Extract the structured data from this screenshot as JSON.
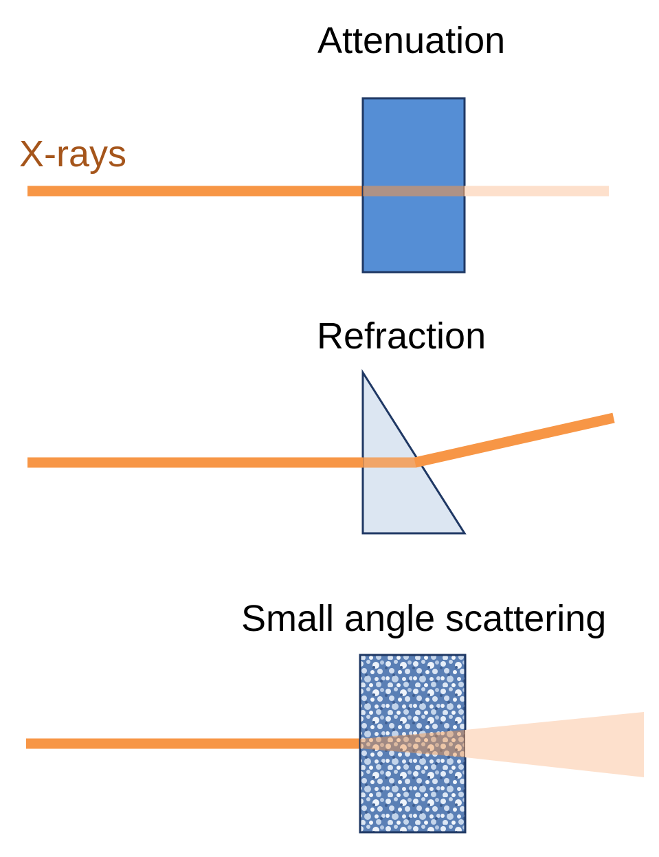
{
  "labels": {
    "xrays": "X-rays",
    "attenuation": "Attenuation",
    "refraction": "Refraction",
    "small_angle_scattering": "Small angle scattering"
  },
  "colors": {
    "beam": "#f79646",
    "beam_faded": "#fde0cc",
    "xrays_label": "#a5551b",
    "attenuator_fill": "#558ed5",
    "object_stroke": "#1f3864",
    "prism_fill": "#dce6f2",
    "scatter_dark": "#4a6da0",
    "scatter_light": "#dde7f4",
    "text": "#000000"
  }
}
